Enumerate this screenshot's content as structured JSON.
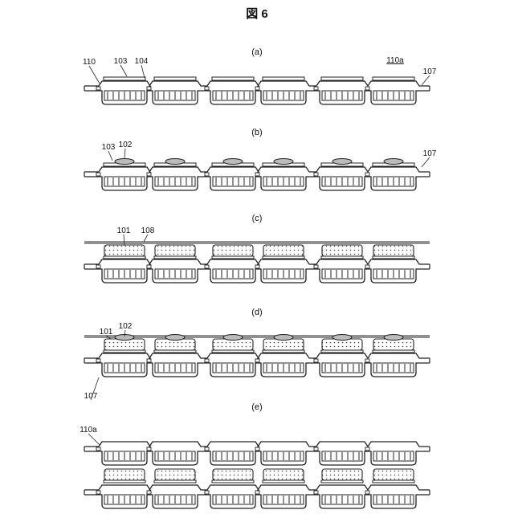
{
  "figure": {
    "title": "図 6",
    "panels": [
      {
        "label": "(a)",
        "callouts": [
          "110",
          "103",
          "104",
          "110a",
          "107"
        ],
        "strips": [
          "carrier"
        ],
        "device": "pad"
      },
      {
        "label": "(b)",
        "callouts": [
          "103",
          "102",
          "107"
        ],
        "strips": [
          "carrier"
        ],
        "device": "bump"
      },
      {
        "label": "(c)",
        "callouts": [
          "101",
          "108"
        ],
        "strips": [
          "carrier"
        ],
        "device": "dotted"
      },
      {
        "label": "(d)",
        "callouts": [
          "101",
          "102",
          "107"
        ],
        "strips": [
          "carrier"
        ],
        "device": "dotted-bump"
      },
      {
        "label": "(e)",
        "callouts": [
          "110a"
        ],
        "strips": [
          "carrier",
          "carrier"
        ],
        "device": "dotted-stack"
      }
    ],
    "cells_per_strip": 6
  }
}
